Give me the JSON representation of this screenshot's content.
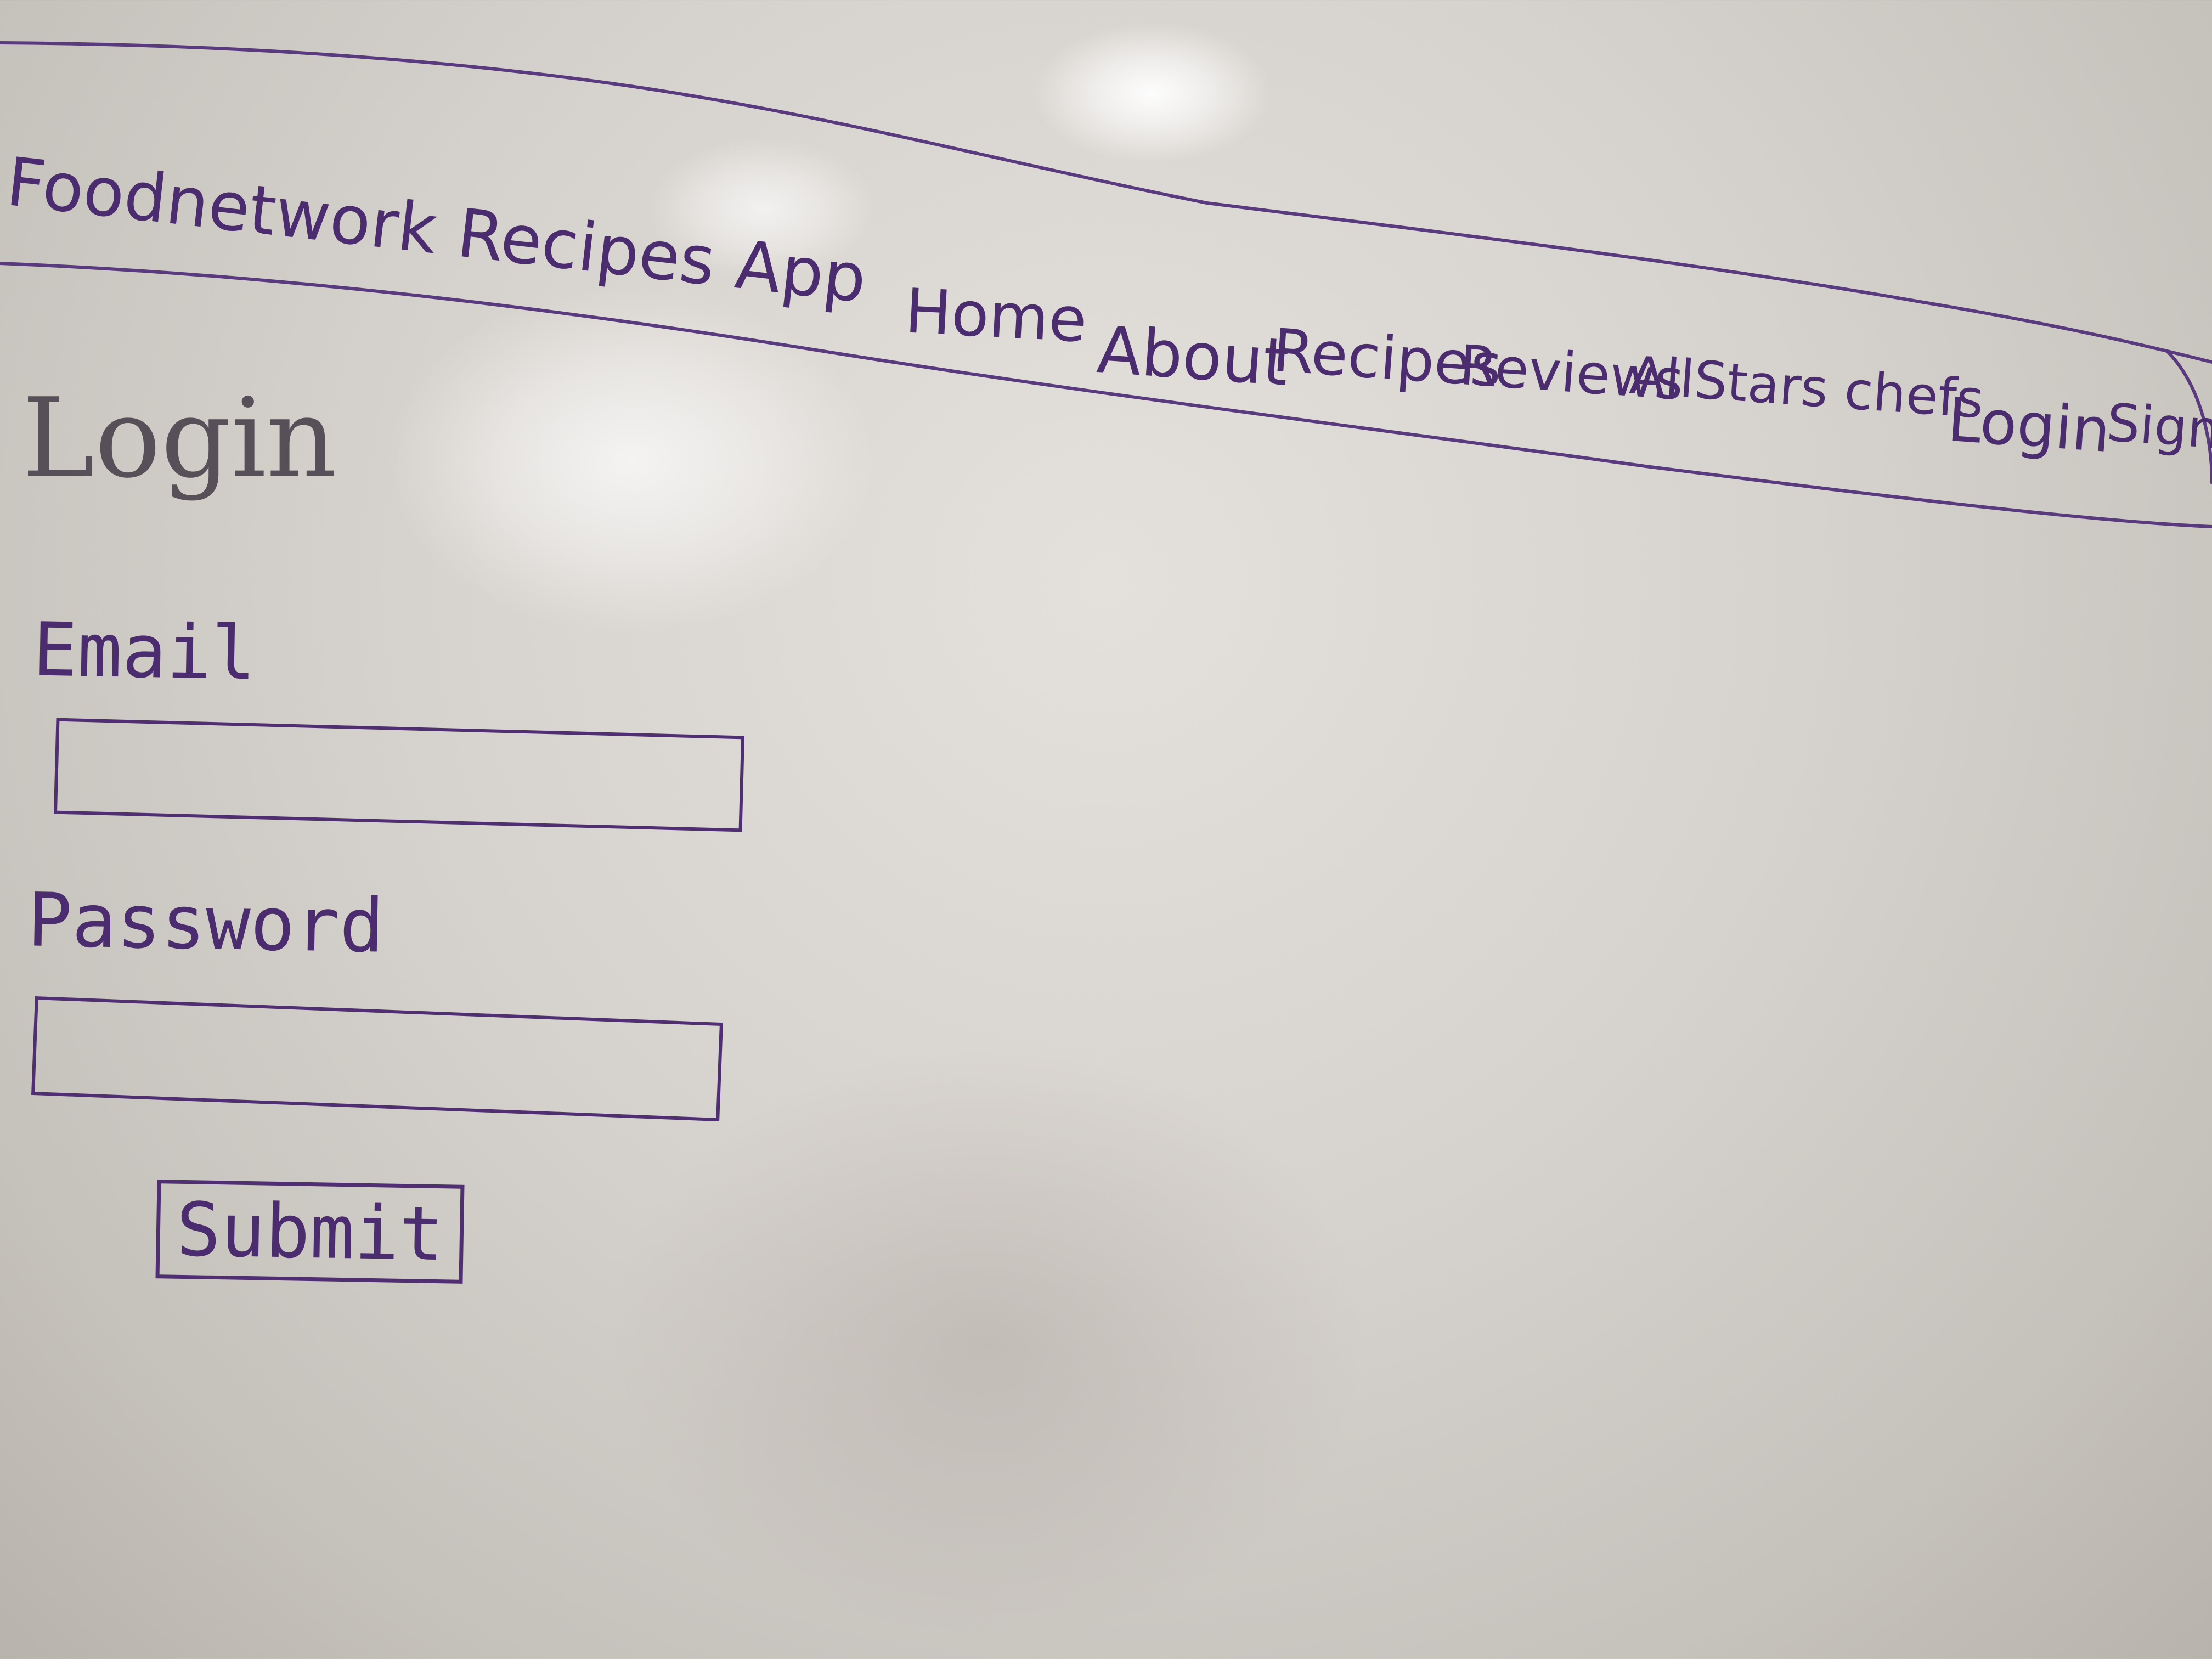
{
  "header": {
    "app_title": "Foodnetwork Recipes App",
    "nav": [
      {
        "label": "Home"
      },
      {
        "label": "About"
      },
      {
        "label": "Recipes"
      },
      {
        "label": "Reviews"
      },
      {
        "label": "AllStars chefs"
      },
      {
        "label": "Login"
      },
      {
        "label": "Signup"
      }
    ]
  },
  "login_form": {
    "title": "Login",
    "email_label": "Email",
    "email_value": "",
    "password_label": "Password",
    "password_value": "",
    "submit_label": "Submit"
  },
  "colors": {
    "ink": "#4b2c6f",
    "board": "#d6d2cd"
  }
}
